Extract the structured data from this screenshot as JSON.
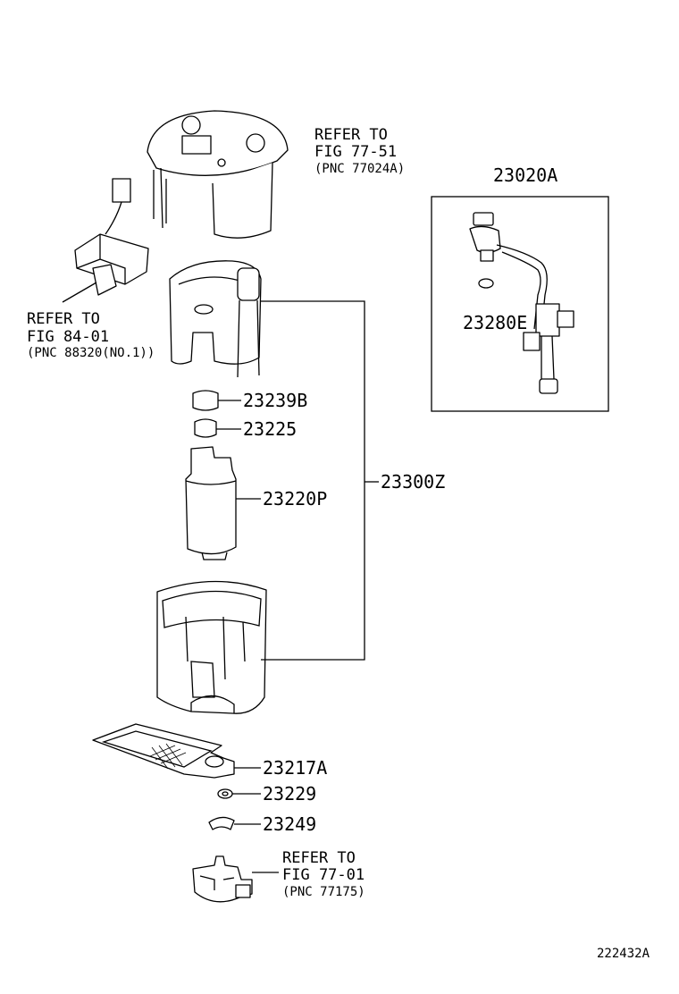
{
  "refs": {
    "top_cover": {
      "line1": "REFER TO",
      "line2": "FIG 77-51",
      "line3": "(PNC 77024A)"
    },
    "sender": {
      "line1": "REFER TO",
      "line2": "FIG 84-01",
      "line3": "(PNC 88320(NO.1))"
    },
    "bottom": {
      "line1": "REFER TO",
      "line2": "FIG 77-01",
      "line3": "(PNC 77175)"
    }
  },
  "parts": {
    "p23239B": "23239B",
    "p23225": "23225",
    "p23220P": "23220P",
    "p23300Z": "23300Z",
    "p23020A": "23020A",
    "p23280E": "23280E",
    "p23217A": "23217A",
    "p23229": "23229",
    "p23249": "23249"
  },
  "figure_id": "222432A"
}
